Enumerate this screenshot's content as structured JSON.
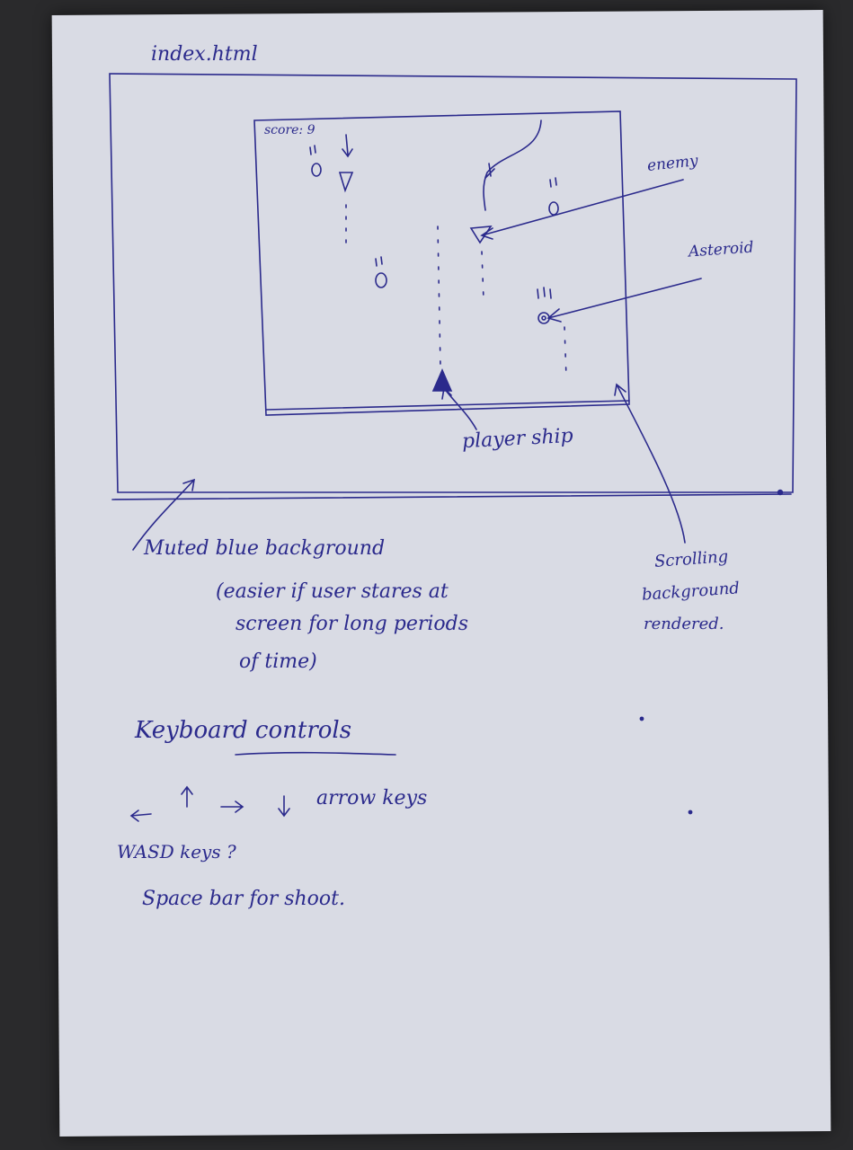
{
  "file_title": "index.html",
  "game": {
    "score_label": "score: 9",
    "enemy_label": "enemy",
    "asteroid_label": "Asteroid",
    "player_label": "player ship"
  },
  "notes": {
    "bg_line1": "Muted blue background",
    "bg_line2": "(easier if user stares at",
    "bg_line3": "screen for long periods",
    "bg_line4": "of time)",
    "scroll_line1": "Scrolling",
    "scroll_line2": "background",
    "scroll_line3": "rendered."
  },
  "controls": {
    "heading": "Keyboard controls",
    "arrows_label": "arrow keys",
    "wasd_label": "WASD keys ?",
    "space_label": "Space bar for shoot."
  },
  "ink_color": "#2b2a8c",
  "paper_color": "#d9dbe4"
}
